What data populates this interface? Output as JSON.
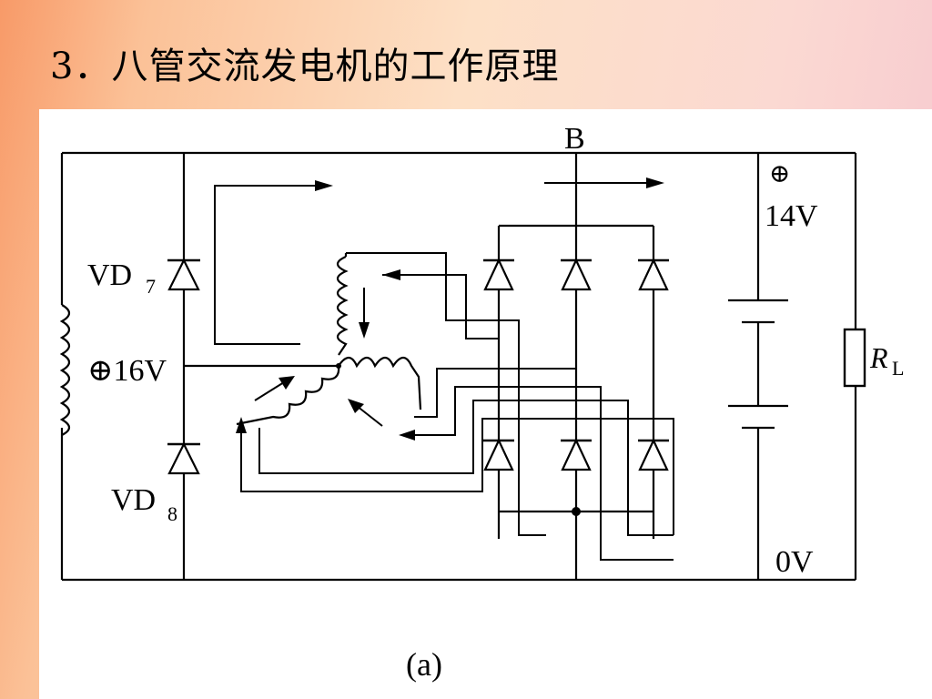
{
  "slide": {
    "title": "3．八管交流发电机的工作原理"
  },
  "diagram": {
    "labels": {
      "node_b": "B",
      "vd7_main": "VD",
      "vd7_sub": "7",
      "vd8_main": "VD",
      "vd8_sub": "8",
      "exciter_voltage": "⊕16V",
      "battery_plus": "⊕",
      "battery_voltage": "14V",
      "load_main": "R",
      "load_sub": "L",
      "ground_voltage": "0V",
      "caption": "(a)"
    }
  }
}
